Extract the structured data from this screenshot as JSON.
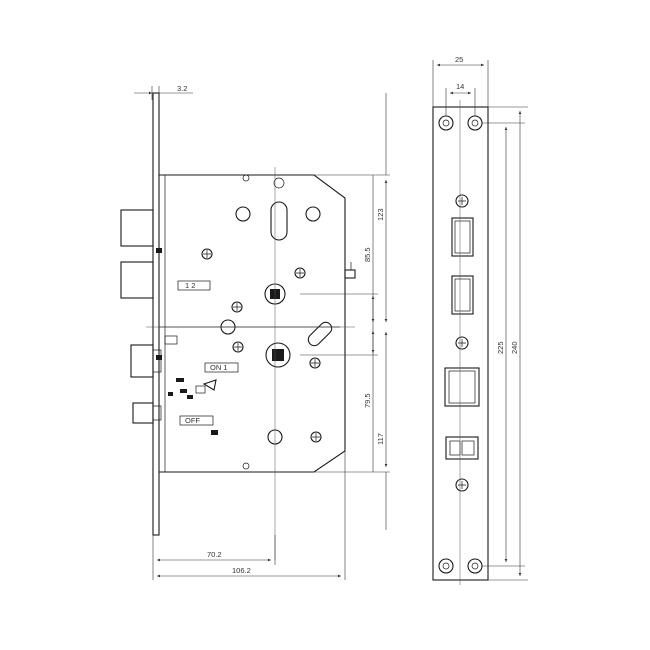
{
  "dimensions": {
    "faceplate_offset": "3.2",
    "upper_height": "123",
    "spindle_upper": "85.5",
    "spindle_lower": "79.5",
    "lower_height": "117",
    "backset": "70.2",
    "body_depth": "106.2",
    "plate_width": "25",
    "hole_spacing": "14",
    "hole_pitch": "225",
    "plate_length": "240"
  },
  "labels": {
    "label_upper": "1 2",
    "label_on": "ON 1",
    "label_off": "OFF"
  }
}
